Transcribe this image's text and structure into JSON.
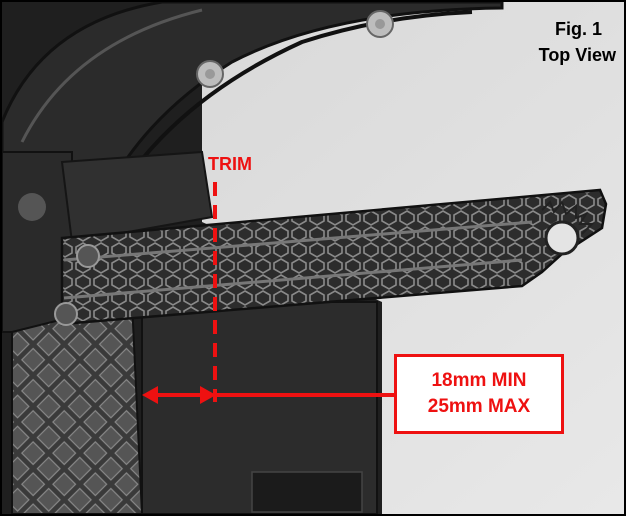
{
  "figure": {
    "number_label": "Fig. 1",
    "view_label": "Top View"
  },
  "annotations": {
    "trim_label": "TRIM",
    "min_label": "18mm MIN",
    "max_label": "25mm MAX"
  },
  "colors": {
    "annotation": "#ee1111",
    "frame": "#000000"
  }
}
